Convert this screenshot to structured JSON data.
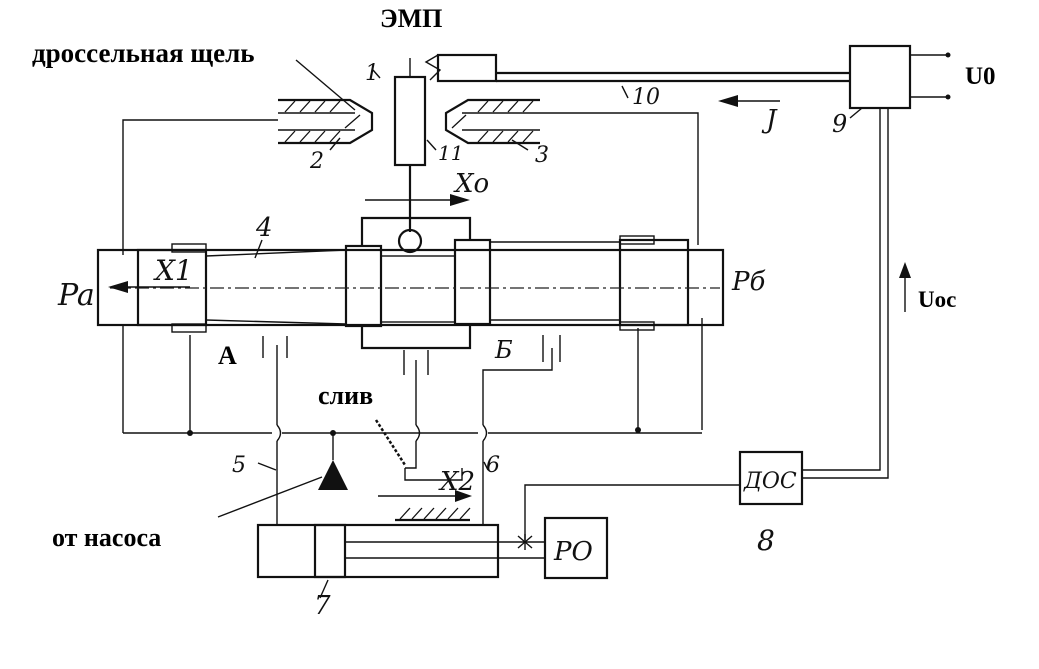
{
  "labels": {
    "emp": "ЭМП",
    "throttle_gap": "дроссельная щель",
    "u0": "U0",
    "uoc": "Uoc",
    "a": "А",
    "drain": "слив",
    "from_pump": "от насоса"
  },
  "numbers": {
    "n1": "1",
    "n2": "2",
    "n3": "3",
    "n4": "4",
    "n5": "5",
    "n6": "6",
    "n7": "7",
    "n8": "8",
    "n9": "9",
    "n10": "10",
    "n11": "11"
  },
  "symbols": {
    "xo": "Xo",
    "x1": "X1",
    "x2": "X2",
    "pa": "Pa",
    "pb": "Pб",
    "j": "J",
    "b_port": "Б",
    "dos": "ДОС",
    "ro": "РО"
  }
}
